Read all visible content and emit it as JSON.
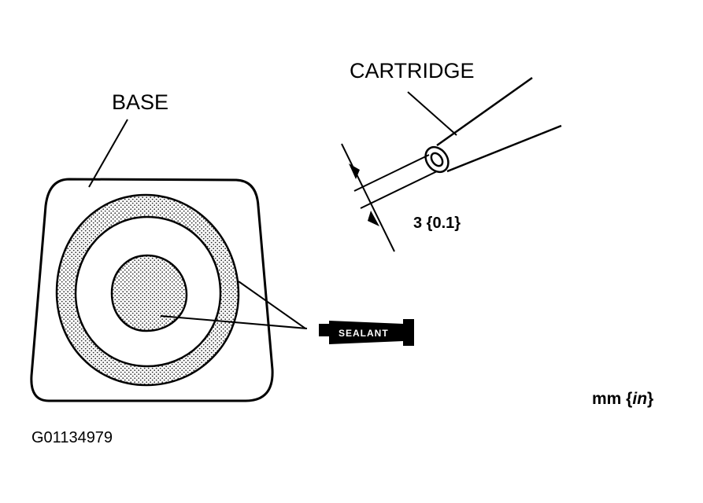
{
  "labels": {
    "base": "BASE",
    "cartridge": "CARTRIDGE",
    "dimension": "3 {0.1}",
    "unit_mm": "mm {",
    "unit_in": "in",
    "unit_close": "}",
    "sealant": "SEALANT",
    "figure_id": "G01134979"
  },
  "icons": {
    "sealant_tube": "sealant-tube-icon"
  },
  "colors": {
    "ink": "#000000",
    "paper": "#ffffff",
    "stipple": "#555555"
  }
}
